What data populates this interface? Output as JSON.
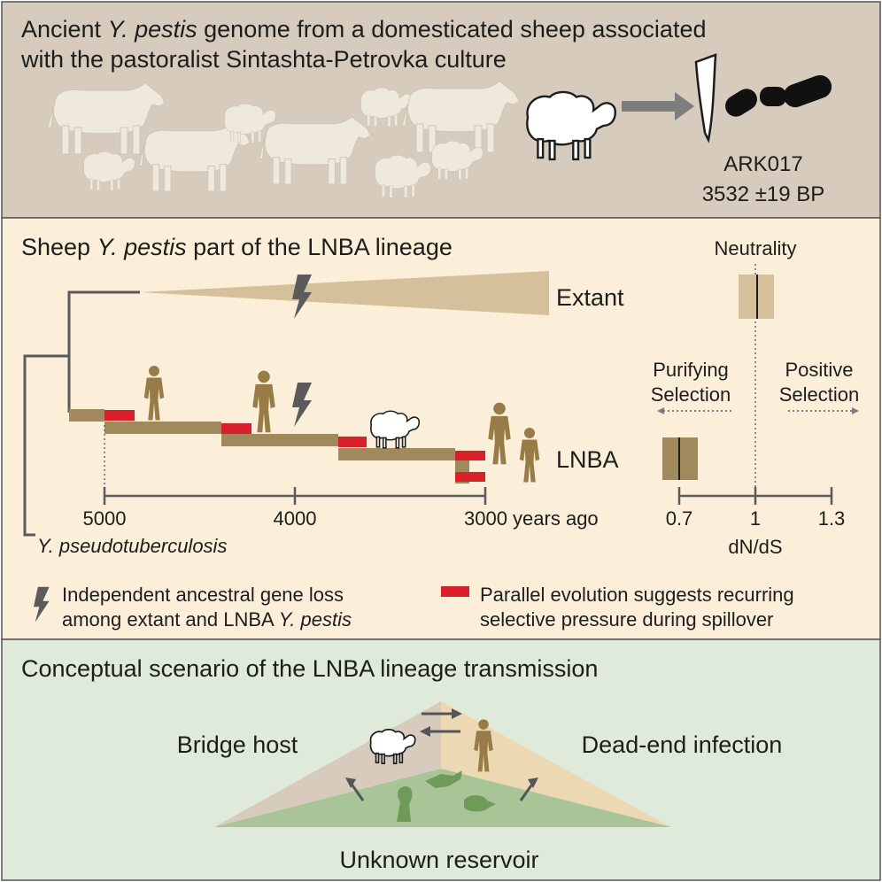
{
  "panel1": {
    "title_line1_a": "Ancient ",
    "title_line1_b": "Y. pestis",
    "title_line1_c": " genome from a domesticated sheep associated",
    "title_line2": "with the pastoralist Sintashta-Petrovka culture",
    "sample_id": "ARK017",
    "sample_date": "3532 ±19 BP"
  },
  "panel2": {
    "title_a": "Sheep ",
    "title_b": "Y. pestis",
    "title_c": " part of the LNBA lineage",
    "extant_label": "Extant",
    "lnba_label": "LNBA",
    "outgroup_label": "Y. pseudotuberculosis",
    "time_axis": {
      "ticks": [
        "5000",
        "4000",
        "3000 years ago"
      ]
    },
    "selection": {
      "neutrality_label": "Neutrality",
      "purifying_line1": "Purifying",
      "purifying_line2": "Selection",
      "positive_line1": "Positive",
      "positive_line2": "Selection",
      "ticks": [
        "0.7",
        "1",
        "1.3"
      ],
      "xlabel": "dN/dS"
    },
    "legend": {
      "gene_loss_line1": "Independent ancestral gene loss",
      "gene_loss_line2_a": "among extant and LNBA ",
      "gene_loss_line2_b": "Y. pestis",
      "parallel_line1": "Parallel evolution suggests recurring",
      "parallel_line2": "selective pressure during spillover"
    }
  },
  "panel3": {
    "title": "Conceptual scenario of the LNBA lineage transmission",
    "bridge_host": "Bridge host",
    "dead_end": "Dead-end infection",
    "reservoir": "Unknown reservoir"
  },
  "colors": {
    "panel1_bg": "#d6cbbd",
    "panel2_bg": "#fcefd9",
    "panel3_bg": "#dfeada",
    "lineage": "#a0895a",
    "extant_wedge": "#d4c09a",
    "red_mark": "#d8202a",
    "human": "#977c47",
    "animal_silhouette": "#efe9dd"
  }
}
